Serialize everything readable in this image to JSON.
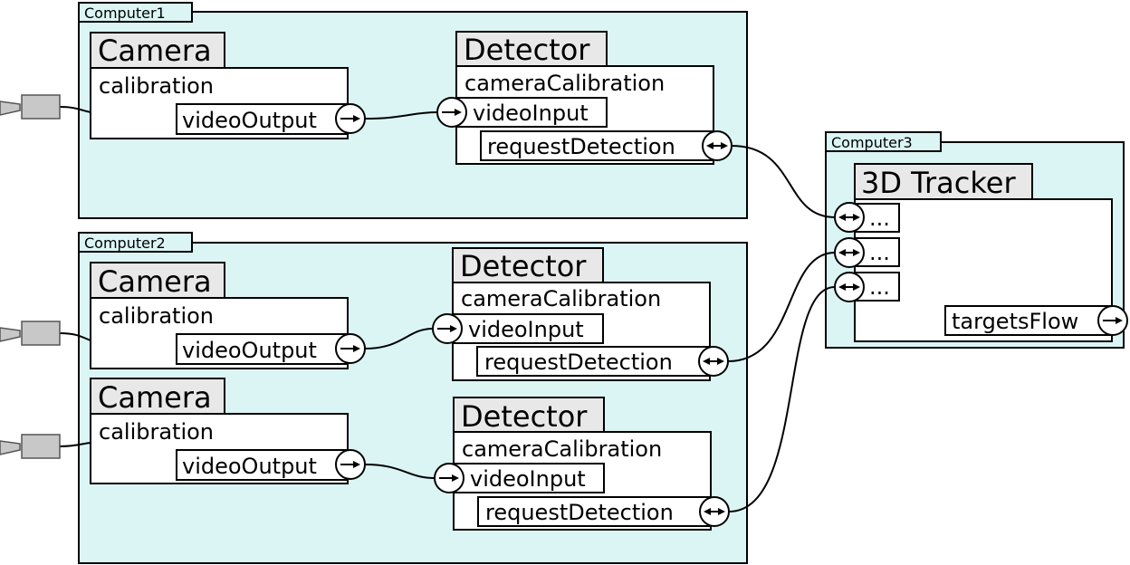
{
  "diagram": {
    "groups": [
      {
        "label": "Computer1"
      },
      {
        "label": "Computer2"
      },
      {
        "label": "Computer3"
      }
    ],
    "cameras": [
      {
        "title": "Camera",
        "param": "calibration",
        "output": "videoOutput"
      },
      {
        "title": "Camera",
        "param": "calibration",
        "output": "videoOutput"
      },
      {
        "title": "Camera",
        "param": "calibration",
        "output": "videoOutput"
      }
    ],
    "detectors": [
      {
        "title": "Detector",
        "param": "cameraCalibration",
        "input": "videoInput",
        "service": "requestDetection"
      },
      {
        "title": "Detector",
        "param": "cameraCalibration",
        "input": "videoInput",
        "service": "requestDetection"
      },
      {
        "title": "Detector",
        "param": "cameraCalibration",
        "input": "videoInput",
        "service": "requestDetection"
      }
    ],
    "tracker": {
      "title": "3D Tracker",
      "ports": [
        "...",
        "...",
        "..."
      ],
      "output": "targetsFlow"
    },
    "colors": {
      "group_fill": "#dbf5f5",
      "title_fill": "#e8e8e8",
      "camera_device_fill": "#c8c8c8",
      "node_fill": "#ffffff",
      "stroke": "#000000"
    }
  }
}
